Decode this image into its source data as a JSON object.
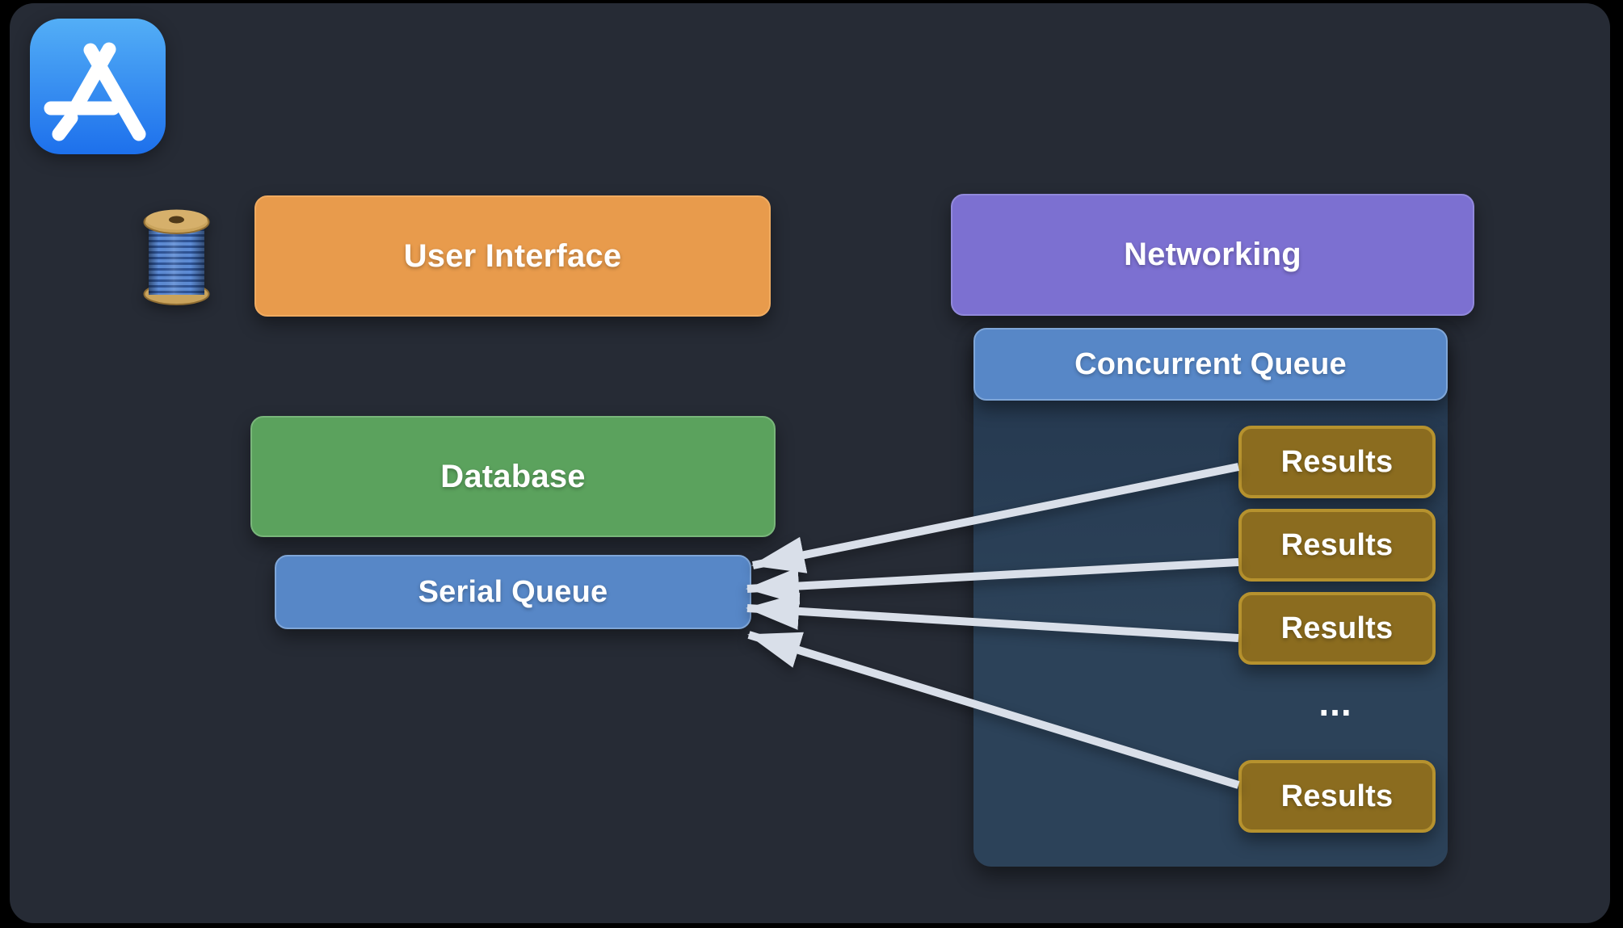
{
  "slide": {
    "type": "presentation-diagram"
  },
  "icons": {
    "app_store": "app-store-icon",
    "thread_spool": "thread-spool-icon"
  },
  "boxes": {
    "user_interface": {
      "label": "User Interface"
    },
    "networking": {
      "label": "Networking"
    },
    "concurrent_queue": {
      "label": "Concurrent Queue"
    },
    "database": {
      "label": "Database"
    },
    "serial_queue": {
      "label": "Serial Queue"
    }
  },
  "panel": {
    "results": [
      "Results",
      "Results",
      "Results",
      "Results"
    ],
    "ellipsis": "..."
  },
  "arrows": {
    "count": 4,
    "from": "Results",
    "to": "Serial Queue"
  },
  "colors": {
    "background": "#000000",
    "slide": "#262B35",
    "panel": "#2C4259",
    "orange": "#E89B4C",
    "orange-border": "#F0AB60",
    "purple": "#7C70D1",
    "purple-border": "#9189DB",
    "blue": "#5787C7",
    "blue-border": "#7FA6D8",
    "green": "#5BA25D",
    "green-border": "#79B67A",
    "gold": "#8B6C1F",
    "gold-border": "#B6922E",
    "arrow": "#D9DFE9",
    "text": "#FFFFFF"
  }
}
